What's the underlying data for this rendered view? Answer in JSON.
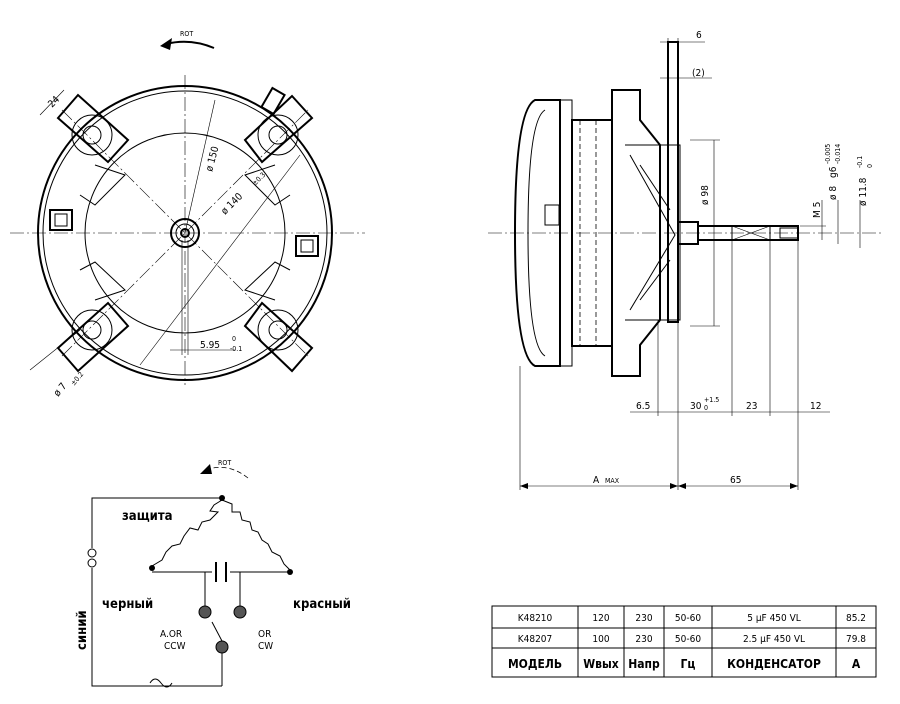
{
  "front_view": {
    "rot_label": "ROT",
    "dim_24": "24",
    "dia_150": "ø 150",
    "dia_140": "ø 140",
    "dia_140_tol": "±0.3",
    "dim_595": "5.95",
    "dim_595_tol_up": "0",
    "dim_595_tol_dn": "-0.1",
    "dia_7": "ø 7",
    "dia_7_tol": "±0.2"
  },
  "side_view": {
    "dim_6": "6",
    "dim_2": "(2)",
    "dia_98": "ø 98",
    "m5": "M 5",
    "dia_8": "ø 8",
    "dia_8_suffix": "g6",
    "dia_8_tol_up": "-0.005",
    "dia_8_tol_dn": "-0.014",
    "dia_118": "ø 11.8",
    "dia_118_tol_up": "-0.1",
    "dia_118_tol_dn": "0",
    "dim_65a": "6.5",
    "dim_30": "30",
    "dim_30_tol_up": "+1.5",
    "dim_30_tol_dn": "0",
    "dim_23": "23",
    "dim_12": "12",
    "dim_amax": "A",
    "dim_amax_sub": "MAX",
    "dim_65": "65"
  },
  "wiring": {
    "rot_label": "ROT",
    "protection": "защита",
    "black": "черный",
    "red": "красный",
    "blue": "синий",
    "a_or_ccw_1": "A.OR",
    "a_or_ccw_2": "CCW",
    "or_cw_1": "OR",
    "or_cw_2": "CW"
  },
  "spec_table": {
    "rows": [
      [
        "K48210",
        "120",
        "230",
        "50-60",
        "5 µF 450 VL",
        "85.2"
      ],
      [
        "K48207",
        "100",
        "230",
        "50-60",
        "2.5 µF 450 VL",
        "79.8"
      ]
    ],
    "header": [
      "МОДЕЛЬ",
      "Wвых",
      "Напр",
      "Гц",
      "КОНДЕНСАТОР",
      "A"
    ]
  }
}
